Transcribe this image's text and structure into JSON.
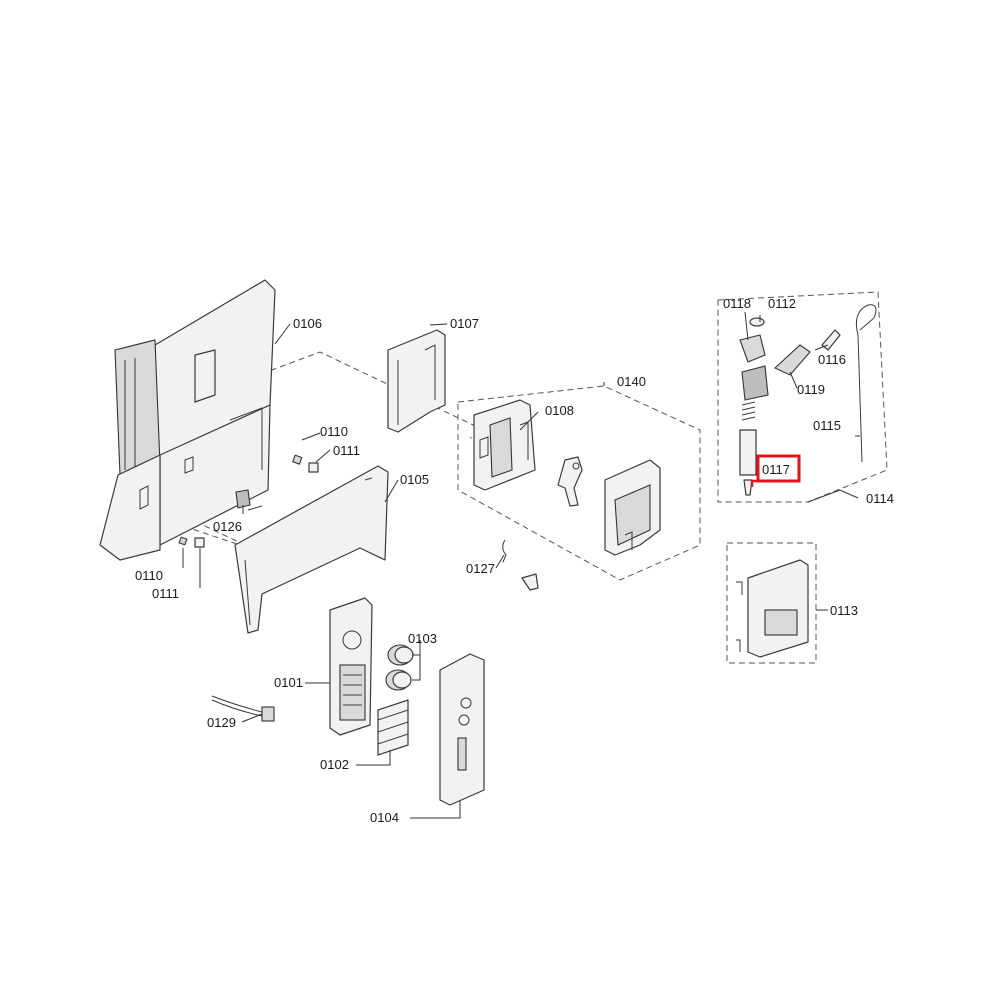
{
  "labels": {
    "p0101": "0101",
    "p0102": "0102",
    "p0103": "0103",
    "p0104": "0104",
    "p0105": "0105",
    "p0106": "0106",
    "p0107": "0107",
    "p0108": "0108",
    "p0110a": "0110",
    "p0110b": "0110",
    "p0111a": "0111",
    "p0111b": "0111",
    "p0112": "0112",
    "p0113": "0113",
    "p0114": "0114",
    "p0115": "0115",
    "p0116": "0116",
    "p0117": "0117",
    "p0118": "0118",
    "p0119": "0119",
    "p0126": "0126",
    "p0127": "0127",
    "p0129": "0129",
    "p0140": "0140"
  },
  "highlight": {
    "part": "0117",
    "color": "#e0141e"
  }
}
